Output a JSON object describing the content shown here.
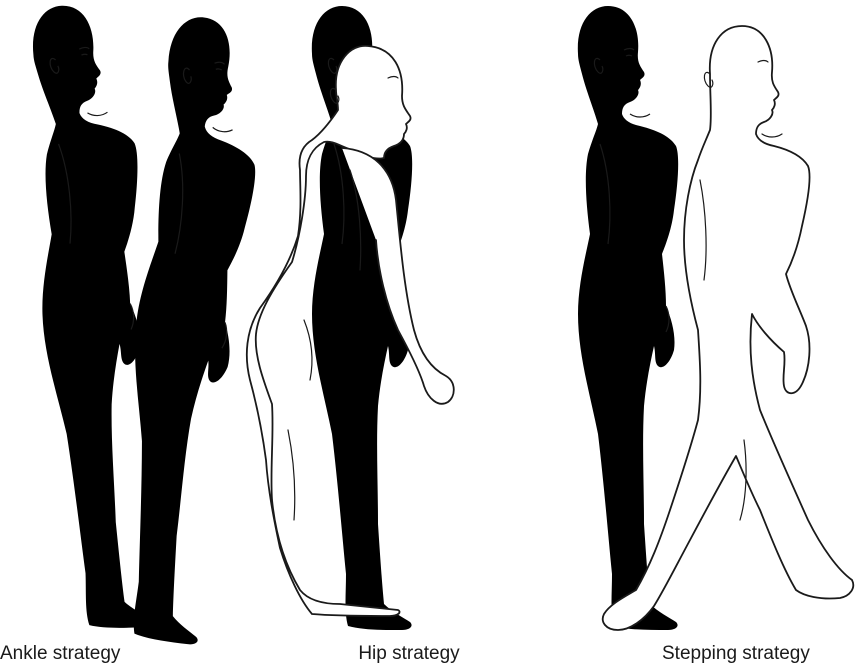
{
  "colors": {
    "background": "#ffffff",
    "ghost_fill": "#f3dfdb",
    "outline": "#1a1a1a"
  },
  "captions": {
    "ankle": "Ankle strategy",
    "hip": "Hip strategy",
    "stepping": "Stepping strategy"
  }
}
